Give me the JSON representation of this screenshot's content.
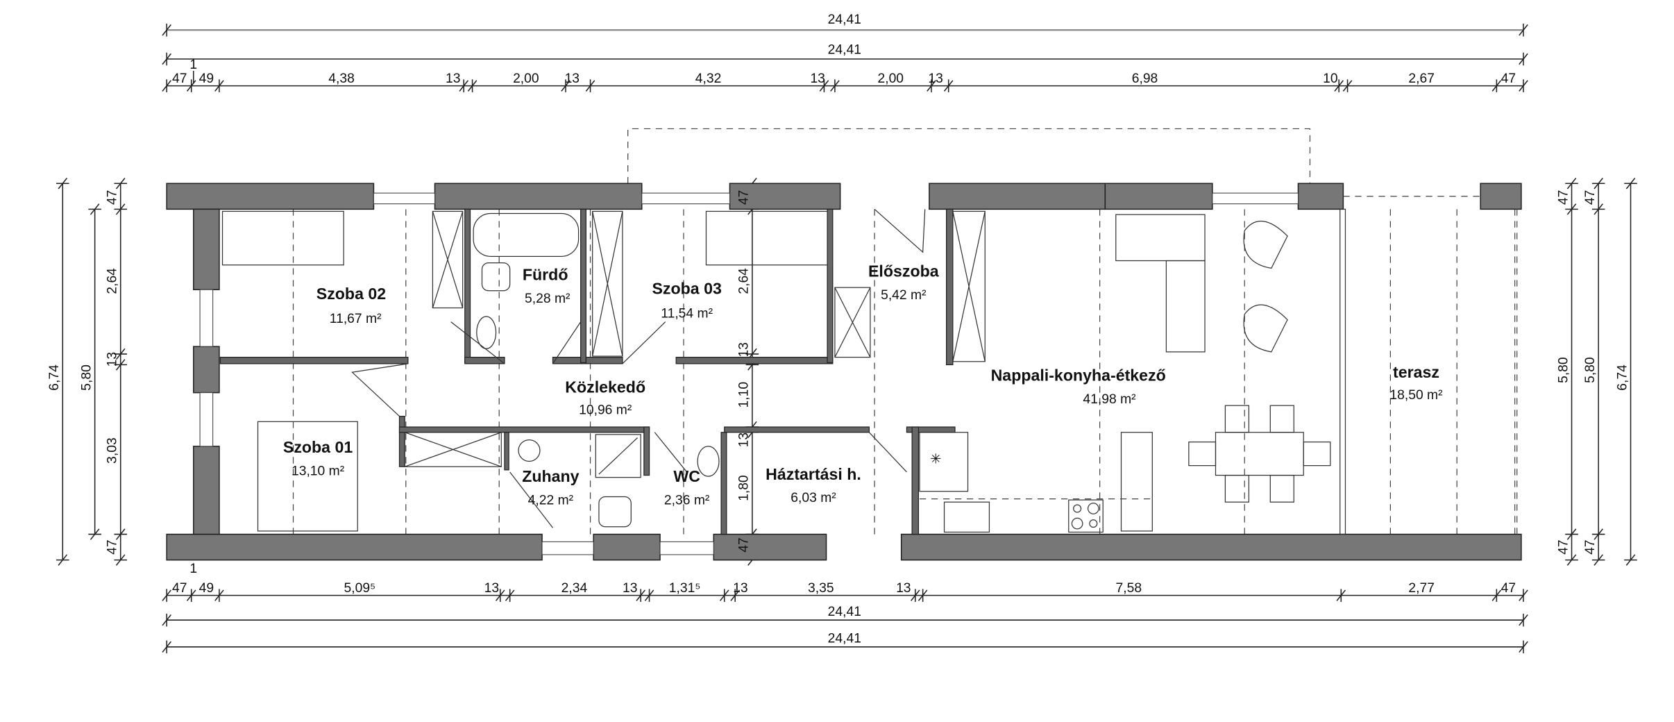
{
  "plan": {
    "rooms": [
      {
        "name": "Szoba 02",
        "area": "11,67 m²"
      },
      {
        "name": "Fürdő",
        "area": "5,28 m²"
      },
      {
        "name": "Szoba 03",
        "area": "11,54 m²"
      },
      {
        "name": "Előszoba",
        "area": "5,42 m²"
      },
      {
        "name": "Közlekedő",
        "area": "10,96 m²"
      },
      {
        "name": "Szoba 01",
        "area": "13,10 m²"
      },
      {
        "name": "Zuhany",
        "area": "4,22 m²"
      },
      {
        "name": "WC",
        "area": "2,36 m²"
      },
      {
        "name": "Háztartási h.",
        "area": "6,03 m²"
      },
      {
        "name": "Nappali-konyha-étkező",
        "area": "41,98 m²"
      },
      {
        "name": "terasz",
        "area": "18,50 m²"
      }
    ]
  },
  "dimensions": {
    "top_total_1": "24,41",
    "top_total_2": "24,41",
    "axis_marker": "1",
    "top_segments": [
      "47",
      "49",
      "4,38",
      "13",
      "2,00",
      "13",
      "4,32",
      "13",
      "2,00",
      "13",
      "6,98",
      "10",
      "2,67",
      "47"
    ],
    "bottom_segments": [
      "47",
      "49",
      "5,09⁵",
      "13",
      "2,34",
      "13",
      "1,31⁵",
      "13",
      "3,35",
      "13",
      "7,58",
      "2,77",
      "47"
    ],
    "bottom_total_1": "24,41",
    "bottom_total_2": "24,41",
    "left_total": "6,74",
    "left_inner": "5,80",
    "left_segments": [
      "47",
      "2,64",
      "13",
      "3,03",
      "47"
    ],
    "right_segments_1": [
      "47",
      "5,80",
      "47"
    ],
    "right_segments_2": [
      "47",
      "5,80",
      "47"
    ],
    "right_total": "6,74",
    "interior_segments": [
      "47",
      "2,64",
      "13",
      "1,10",
      "13",
      "1,80",
      "47"
    ]
  }
}
